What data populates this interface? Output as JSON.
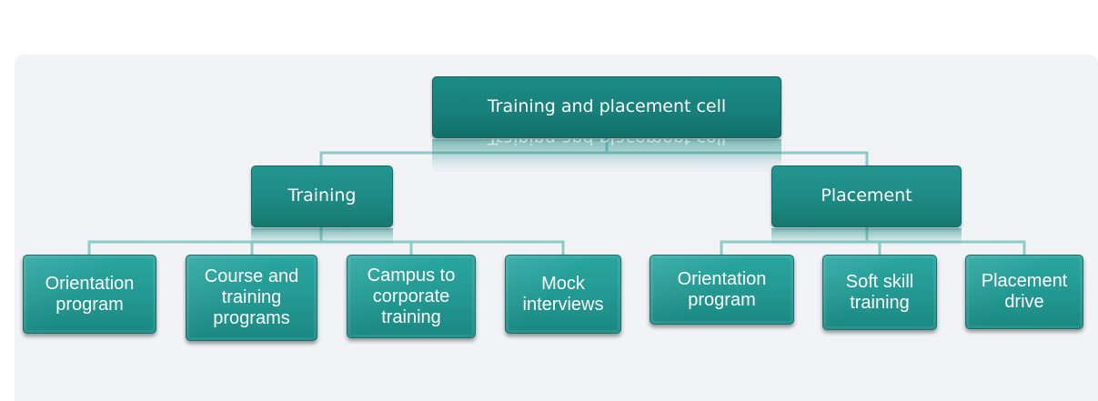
{
  "diagram": {
    "root": {
      "label": "Training and placement cell"
    },
    "branches": [
      {
        "label": "Training",
        "children": [
          {
            "lines": [
              "Orientation",
              "program"
            ]
          },
          {
            "lines": [
              "Course and",
              "training",
              "programs"
            ]
          },
          {
            "lines": [
              "Campus to",
              "corporate",
              "training"
            ]
          },
          {
            "lines": [
              "Mock",
              "interviews"
            ]
          }
        ]
      },
      {
        "label": "Placement",
        "children": [
          {
            "lines": [
              "Orientation",
              "program"
            ]
          },
          {
            "lines": [
              "Soft skill",
              "training"
            ]
          },
          {
            "lines": [
              "Placement",
              "drive"
            ]
          }
        ]
      }
    ],
    "colors": {
      "node": "#1d8c86",
      "leaf": "#249a94",
      "connector": "#8fcac6",
      "background": "#f2f3f7"
    }
  }
}
